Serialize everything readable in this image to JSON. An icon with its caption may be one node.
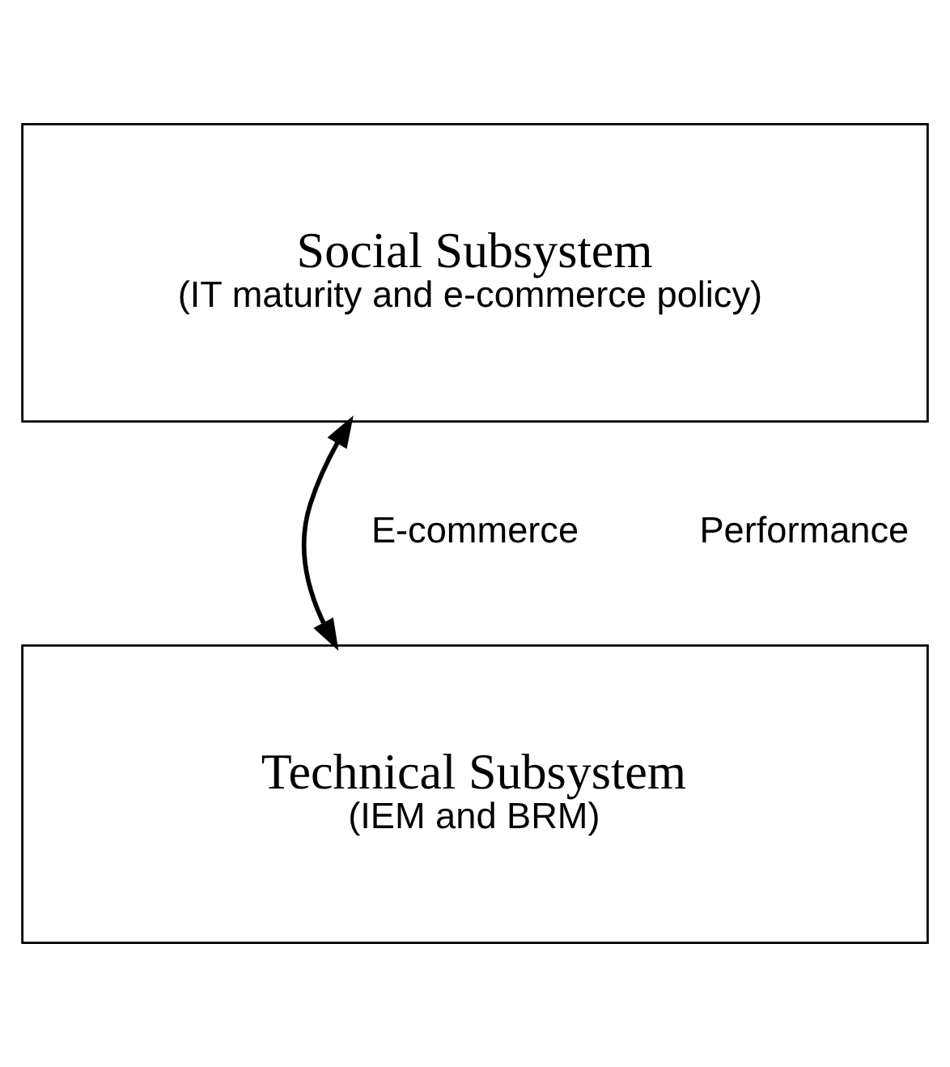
{
  "diagram": {
    "nodes": [
      {
        "text": [
          "Social Subsystem",
          "(IT maturity and e-commerce policy)"
        ]
      },
      {
        "text": [
          "Technical Subsystem",
          "(IEM and BRM)"
        ]
      }
    ],
    "edges": [
      {
        "from": 0,
        "to": 1,
        "arrow": "both"
      }
    ],
    "labels": [
      "E-commerce",
      "Performance"
    ]
  }
}
